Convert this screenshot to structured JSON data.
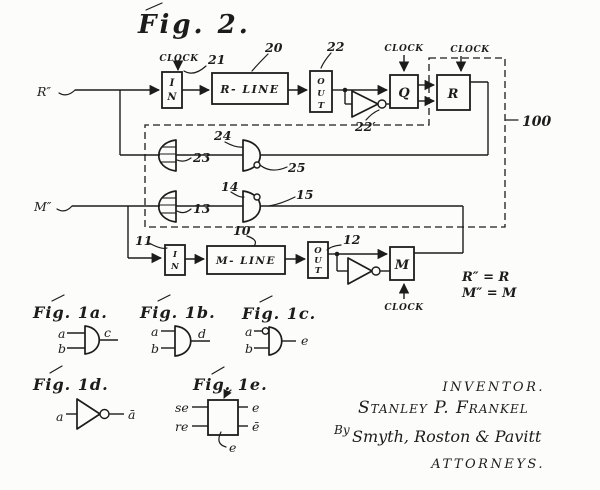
{
  "colors": {
    "ink": "#1c1c1c",
    "paper": "#fcfcfa"
  },
  "fig2": {
    "title": "Fig. 2.",
    "clock": "CLOCK",
    "input_r": "R″",
    "input_m": "M″",
    "boxes": {
      "in_top": [
        "I",
        "N"
      ],
      "r_line": "R- LINE",
      "out_top": [
        "O",
        "U",
        "T"
      ],
      "q": "Q",
      "r": "R",
      "in_bottom": [
        "I",
        "N"
      ],
      "m_line": "M- LINE",
      "out_bottom": [
        "O",
        "U",
        "T"
      ],
      "m": "M"
    },
    "refs": {
      "n10": "10",
      "n11": "11",
      "n12": "12",
      "n13": "13",
      "n14": "14",
      "n15": "15",
      "n20": "20",
      "n21": "21",
      "n22": "22",
      "n22p": "22′",
      "n23": "23",
      "n24": "24",
      "n25": "25",
      "n100": "100"
    },
    "equations": {
      "r": "R″ = R",
      "m": "M″ = M"
    }
  },
  "fig1a": {
    "title": "Fig. 1a.",
    "input_a": "a",
    "input_b": "b",
    "output": "c"
  },
  "fig1b": {
    "title": "Fig. 1b.",
    "input_a": "a",
    "input_b": "b",
    "output": "d"
  },
  "fig1c": {
    "title": "Fig. 1c.",
    "input_a": "a",
    "input_b": "b",
    "output": "e"
  },
  "fig1d": {
    "title": "Fig. 1d.",
    "input": "a",
    "output": "ā"
  },
  "fig1e": {
    "title": "Fig. 1e.",
    "input_set": "se",
    "input_reset": "re",
    "output_true": "e",
    "output_complement": "ē",
    "state": "e"
  },
  "signature": {
    "heading": "INVENTOR.",
    "inventor": "Stanley P. Frankel",
    "by": "By",
    "firm": "Smyth, Roston & Pavitt",
    "footer": "ATTORNEYS."
  }
}
